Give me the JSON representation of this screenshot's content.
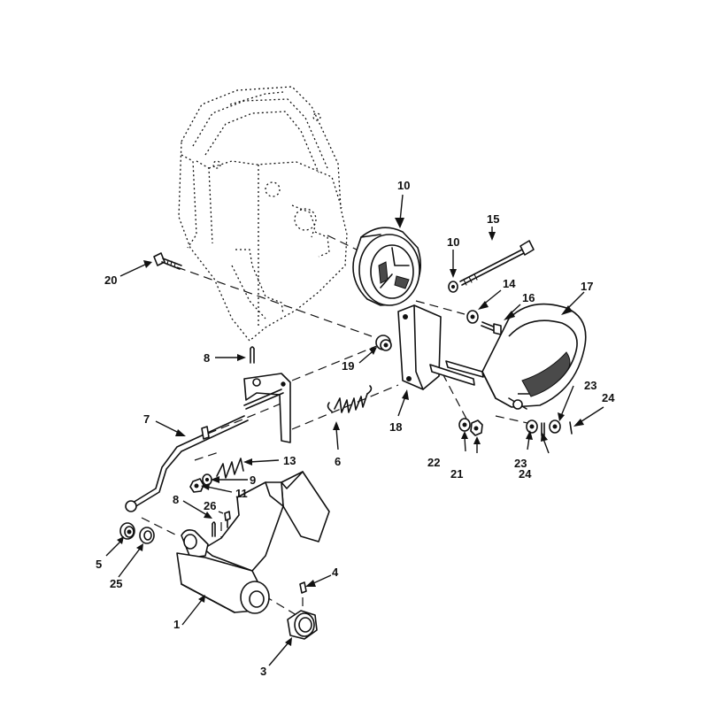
{
  "callouts": [
    {
      "id": "c1",
      "text": "1"
    },
    {
      "id": "c3",
      "text": "3"
    },
    {
      "id": "c4",
      "text": "4"
    },
    {
      "id": "c5",
      "text": "5"
    },
    {
      "id": "c6",
      "text": "6"
    },
    {
      "id": "c7",
      "text": "7"
    },
    {
      "id": "c8a",
      "text": "8"
    },
    {
      "id": "c8b",
      "text": "8"
    },
    {
      "id": "c9",
      "text": "9"
    },
    {
      "id": "c10a",
      "text": "10"
    },
    {
      "id": "c10b",
      "text": "10"
    },
    {
      "id": "c11",
      "text": "11"
    },
    {
      "id": "c13",
      "text": "13"
    },
    {
      "id": "c14",
      "text": "14"
    },
    {
      "id": "c15",
      "text": "15"
    },
    {
      "id": "c16",
      "text": "16"
    },
    {
      "id": "c17",
      "text": "17"
    },
    {
      "id": "c18",
      "text": "18"
    },
    {
      "id": "c19",
      "text": "19"
    },
    {
      "id": "c20",
      "text": "20"
    },
    {
      "id": "c21",
      "text": "21"
    },
    {
      "id": "c22",
      "text": "22"
    },
    {
      "id": "c23a",
      "text": "23"
    },
    {
      "id": "c23b",
      "text": "23"
    },
    {
      "id": "c24a",
      "text": "24"
    },
    {
      "id": "c24b",
      "text": "24"
    },
    {
      "id": "c25",
      "text": "25"
    },
    {
      "id": "c26",
      "text": "26"
    }
  ]
}
